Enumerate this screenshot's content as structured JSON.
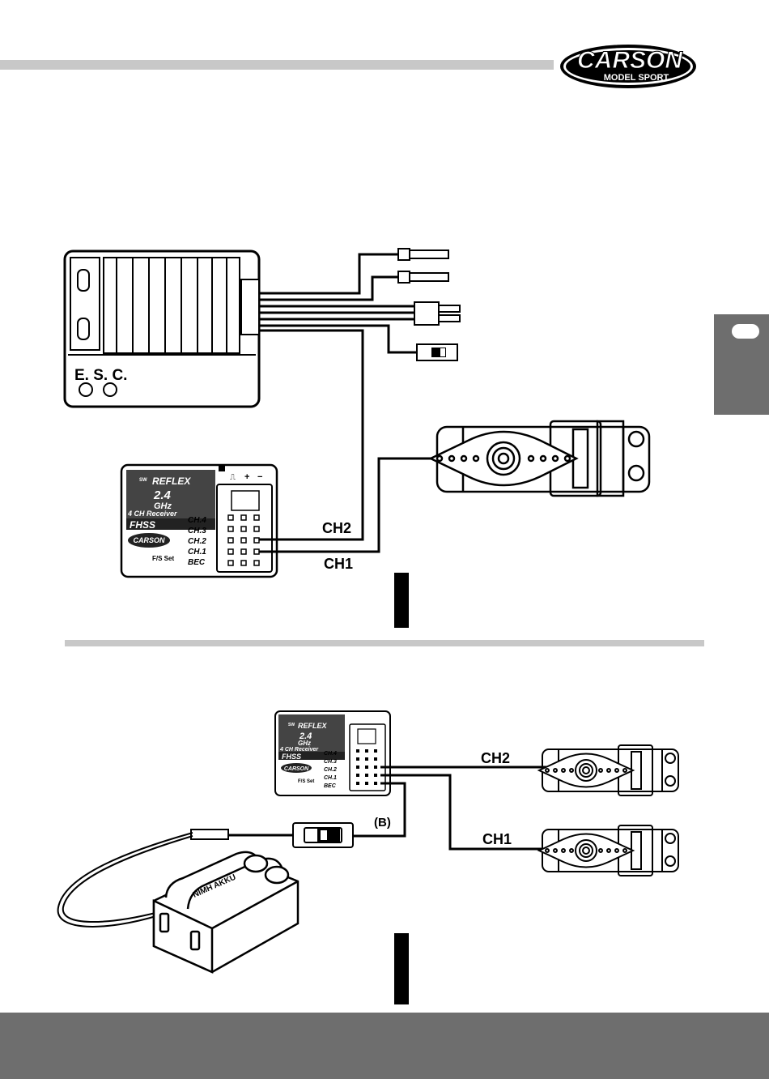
{
  "brand": {
    "logo_word": "CARSON",
    "logo_tagline": "MODEL SPORT"
  },
  "diagram1": {
    "esc_label": "E. S. C.",
    "receiver": {
      "badge": "SW",
      "brand": "REFLEX",
      "freq_num": "2.4",
      "freq_unit": "GHz",
      "subtitle": "4 CH Receiver",
      "tech": "FHSS",
      "logo": "CARSON",
      "fs": "F/S Set",
      "channels": [
        "CH.4",
        "CH.3",
        "CH.2",
        "CH.1",
        "BEC"
      ],
      "polarity": [
        "⎍",
        "+",
        "−"
      ]
    },
    "ch2_label": "CH2",
    "ch1_label": "CH1"
  },
  "diagram2": {
    "receiver": {
      "badge": "SW",
      "brand": "REFLEX",
      "freq_num": "2.4",
      "freq_unit": "GHz",
      "subtitle": "4 CH Receiver",
      "tech": "FHSS",
      "logo": "CARSON",
      "fs": "F/S Set",
      "channels": [
        "CH.4",
        "CH.3",
        "CH.2",
        "CH.1",
        "BEC"
      ]
    },
    "ch2_label": "CH2",
    "ch1_label": "CH1",
    "switch_label": "(B)",
    "battery_text": "NIMH AKKU"
  },
  "colors": {
    "bar_grey": "#c8c8c8",
    "tab_grey": "#6e6e6e",
    "ink": "#000000"
  }
}
